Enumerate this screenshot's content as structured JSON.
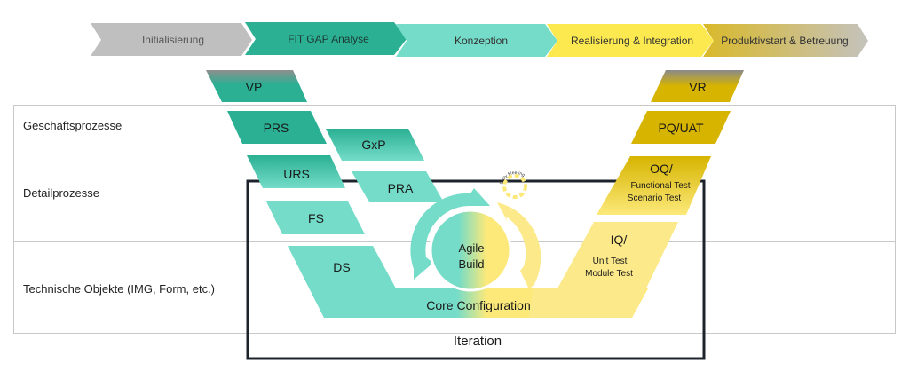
{
  "colors": {
    "gray": "#bfbfbf",
    "teal_dark": "#2bb093",
    "teal_light": "#74dcc8",
    "yellow_light": "#fce97a",
    "gold": "#d6b400",
    "frame": "#1c232b",
    "gridline": "#c8c8c8"
  },
  "phases": [
    {
      "label": "Initialisierung"
    },
    {
      "label": "FIT GAP Analyse"
    },
    {
      "label": "Konzeption"
    },
    {
      "label": "Realisierung & Integration"
    },
    {
      "label": "Produktivstart & Betreuung"
    }
  ],
  "rows": [
    {
      "label": "Geschäftsprozesse"
    },
    {
      "label": "Detailprozesse"
    },
    {
      "label": "Technische Objekte (IMG, Form, etc.)"
    }
  ],
  "left_blocks": {
    "vp": "VP",
    "prs": "PRS",
    "gxp": "GxP",
    "urs": "URS",
    "pra": "PRA",
    "fs": "FS",
    "ds": "DS"
  },
  "right_blocks": {
    "vr": "VR",
    "pq": "PQ/UAT",
    "oq_title": "OQ/",
    "oq_line1": "Functional Test",
    "oq_line2": "Scenario Test",
    "iq_title": "IQ/",
    "iq_line1": "Unit Test",
    "iq_line2": "Module Test"
  },
  "center": {
    "agile_line1": "Agile",
    "agile_line2": "Build",
    "core": "Core Configuration",
    "daily": "Daily Meeting"
  },
  "iteration_label": "Iteration"
}
